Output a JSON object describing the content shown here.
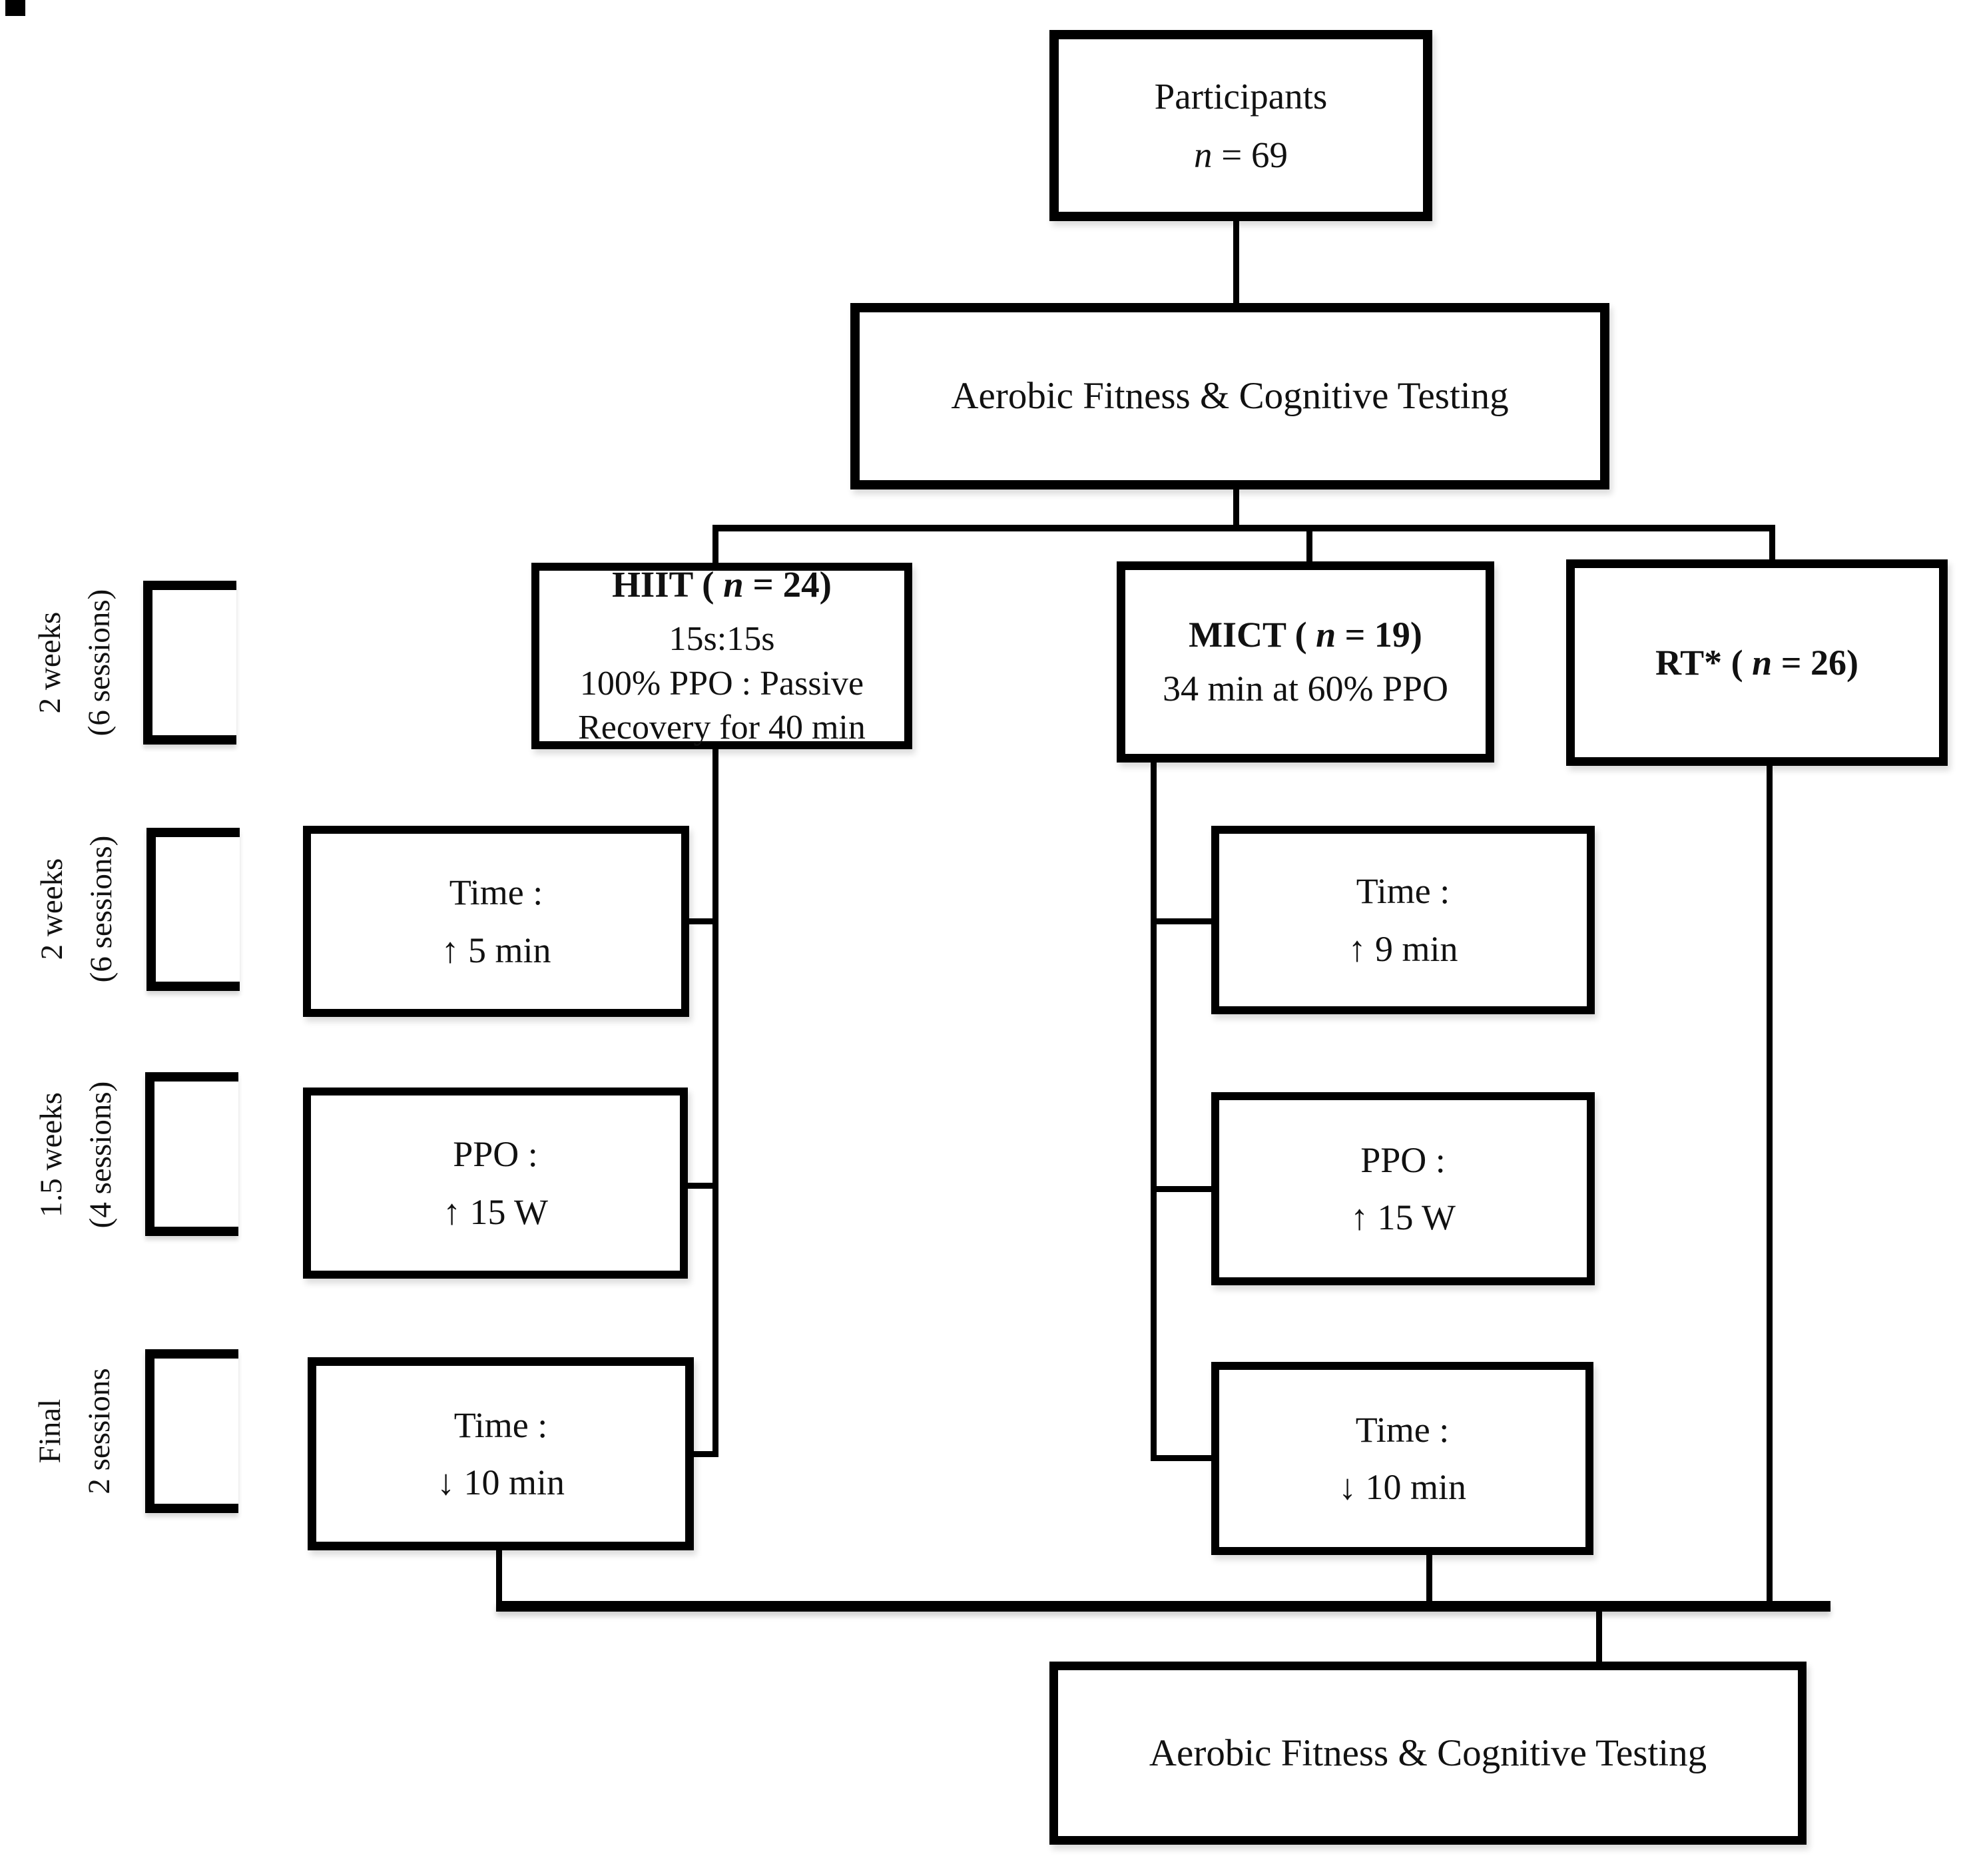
{
  "diagram": {
    "participants": {
      "title": "Participants",
      "n_var": "n",
      "n_rest": " = 69"
    },
    "pre_test": {
      "label": "Aerobic Fitness & Cognitive Testing"
    },
    "post_test": {
      "label": "Aerobic Fitness & Cognitive Testing"
    },
    "groups": {
      "hiit": {
        "name_pre": "HIIT ( ",
        "name_var": "n",
        "name_post": " = 24)",
        "line2": "15s:15s",
        "line3": "100% PPO : Passive",
        "line4": "Recovery  for 40 min"
      },
      "mict": {
        "name_pre": "MICT ( ",
        "name_var": "n",
        "name_post": " = 19)",
        "line2": "34 min at 60% PPO"
      },
      "rt": {
        "name_pre": "RT* ( ",
        "name_var": "n",
        "name_post": " = 26)"
      }
    },
    "hiit_steps": [
      {
        "line1": "Time :",
        "line2": "↑ 5 min"
      },
      {
        "line1": "PPO :",
        "line2": "↑ 15 W"
      },
      {
        "line1": "Time :",
        "line2": "↓ 10 min"
      }
    ],
    "mict_steps": [
      {
        "line1": "Time :",
        "line2": "↑ 9 min"
      },
      {
        "line1": "PPO :",
        "line2": "↑ 15 W"
      },
      {
        "line1": "Time :",
        "line2": "↓ 10 min"
      }
    ],
    "phases": [
      {
        "line1": "2 weeks",
        "line2": "(6 sessions)"
      },
      {
        "line1": "2 weeks",
        "line2": "(6 sessions)"
      },
      {
        "line1": "1.5 weeks",
        "line2": "(4 sessions)"
      },
      {
        "line1": "Final",
        "line2": "2 sessions"
      }
    ]
  },
  "colors": {
    "line": "#000000",
    "background": "#ffffff",
    "text": "#111111"
  }
}
